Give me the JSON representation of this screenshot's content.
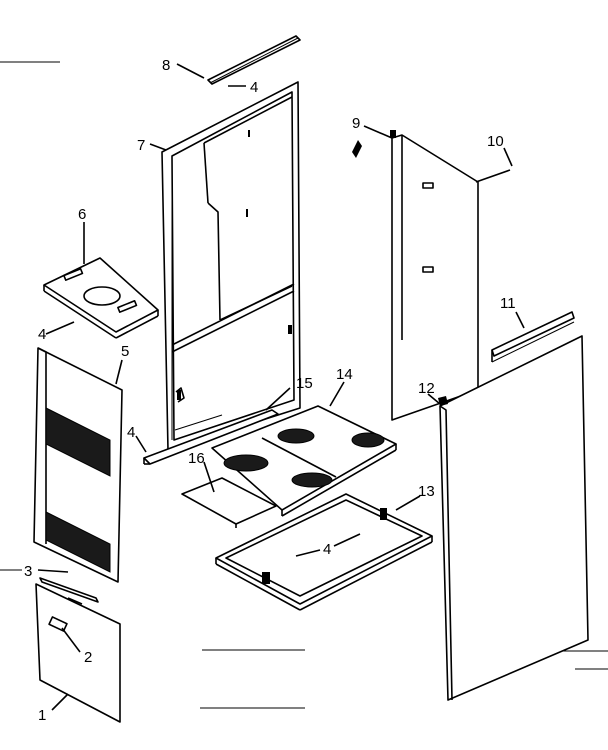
{
  "diagram": {
    "type": "exploded-parts-view",
    "callouts": {
      "c1": "1",
      "c2": "2",
      "c3": "3",
      "c4a": "4",
      "c4b": "4",
      "c4c": "4",
      "c4d": "4",
      "c5": "5",
      "c6": "6",
      "c7": "7",
      "c8": "8",
      "c9": "9",
      "c10": "10",
      "c11": "11",
      "c12": "12",
      "c13": "13",
      "c14": "14",
      "c15": "15",
      "c16": "16"
    }
  }
}
